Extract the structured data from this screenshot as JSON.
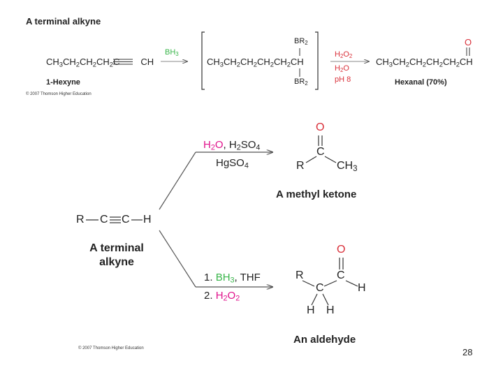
{
  "top": {
    "title": "A terminal alkyne",
    "reactant": {
      "prefix": "CH",
      "c1": "3",
      "ch2": "CH",
      "s": "2",
      "end_c": "C",
      "end_ch": "CH"
    },
    "reactant_name": "1-Hexyne",
    "reagent1": {
      "main": "BH",
      "sub": "3"
    },
    "intermediate": {
      "chain": "CH3CH2CH2CH2CH2CH",
      "br": "BR",
      "br_sub": "2"
    },
    "reagent2": {
      "h2o2_a": "H",
      "h2o2_b": "2",
      "h2o2_c": "O",
      "h2o2_d": "2",
      "h2o_a": "H",
      "h2o_b": "2",
      "h2o_c": "O",
      "ph": "pH 8"
    },
    "product": {
      "o": "O",
      "chain": "CH3CH2CH2CH2CH2CH"
    },
    "product_name": "Hexanal",
    "product_yield": "(70%)",
    "copyright": "© 2007 Thomson Higher Education"
  },
  "bottom": {
    "alkyne": {
      "r": "R",
      "c1": "C",
      "c2": "C",
      "h": "H"
    },
    "alkyne_label_line1": "A terminal",
    "alkyne_label_line2": "alkyne",
    "upper_reagents": {
      "line1_a": "H",
      "line1_a_sub": "2",
      "line1_b": "O",
      "line1_sep": ", ",
      "line1_c": "H",
      "line1_c_sub": "2",
      "line1_d": "SO",
      "line1_d_sub": "4",
      "line2": "HgSO",
      "line2_sub": "4"
    },
    "ketone": {
      "o": "O",
      "c": "C",
      "r": "R",
      "ch3": "CH",
      "ch3_sub": "3"
    },
    "ketone_label": "A methyl ketone",
    "lower_reagents": {
      "step1_num": "1. ",
      "step1_reagent": "BH",
      "step1_sub": "3",
      "step1_rest": ", THF",
      "step2_num": "2. ",
      "step2_reagent": "H",
      "step2_sub1": "2",
      "step2_mid": "O",
      "step2_sub2": "2"
    },
    "aldehyde": {
      "o": "O",
      "r": "R",
      "c_left": "C",
      "c_right": "C",
      "h_right": "H",
      "h1": "H",
      "h2": "H"
    },
    "aldehyde_label": "An aldehyde",
    "copyright": "© 2007 Thomson Higher Education"
  },
  "page_number": "28",
  "colors": {
    "green": "#39b54a",
    "pink": "#e0128c",
    "red": "#d9303a",
    "arrow": "#888888"
  }
}
